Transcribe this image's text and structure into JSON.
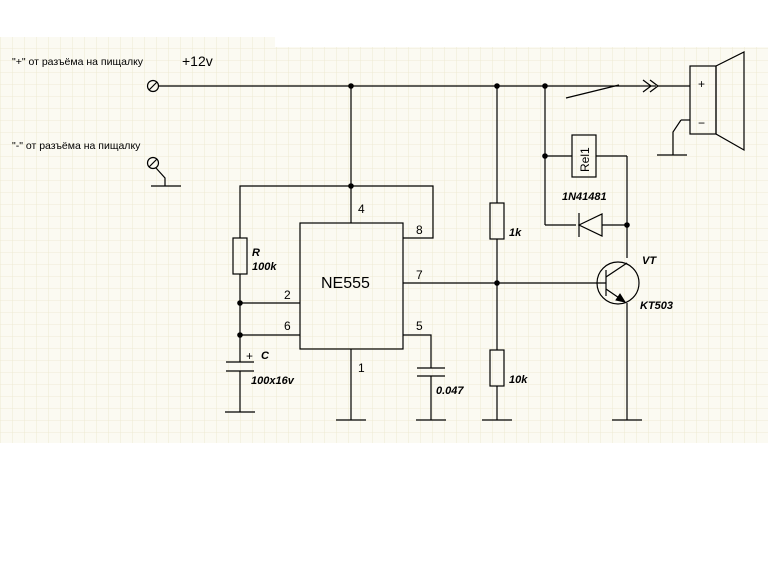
{
  "labels": {
    "plus_connector": "\"+\" от разъёма на пищалку",
    "minus_connector": "\"-\" от разъёма на пищалку",
    "supply": "+12v"
  },
  "ic": {
    "name": "NE555",
    "pins": {
      "p1": "1",
      "p2": "2",
      "p4": "4",
      "p5": "5",
      "p6": "6",
      "p7": "7",
      "p8": "8"
    }
  },
  "components": {
    "r_ref": "R",
    "r_val": "100k",
    "c_ref": "C",
    "c_val": "100x16v",
    "c_plus": "+",
    "c5_val": "0.047",
    "r1k_val": "1k",
    "r10k_val": "10k",
    "relay": "Rel1",
    "diode": "1N41481",
    "transistor_ref": "VT",
    "transistor_type": "KT503",
    "spk_plus": "+",
    "spk_minus": "−"
  }
}
